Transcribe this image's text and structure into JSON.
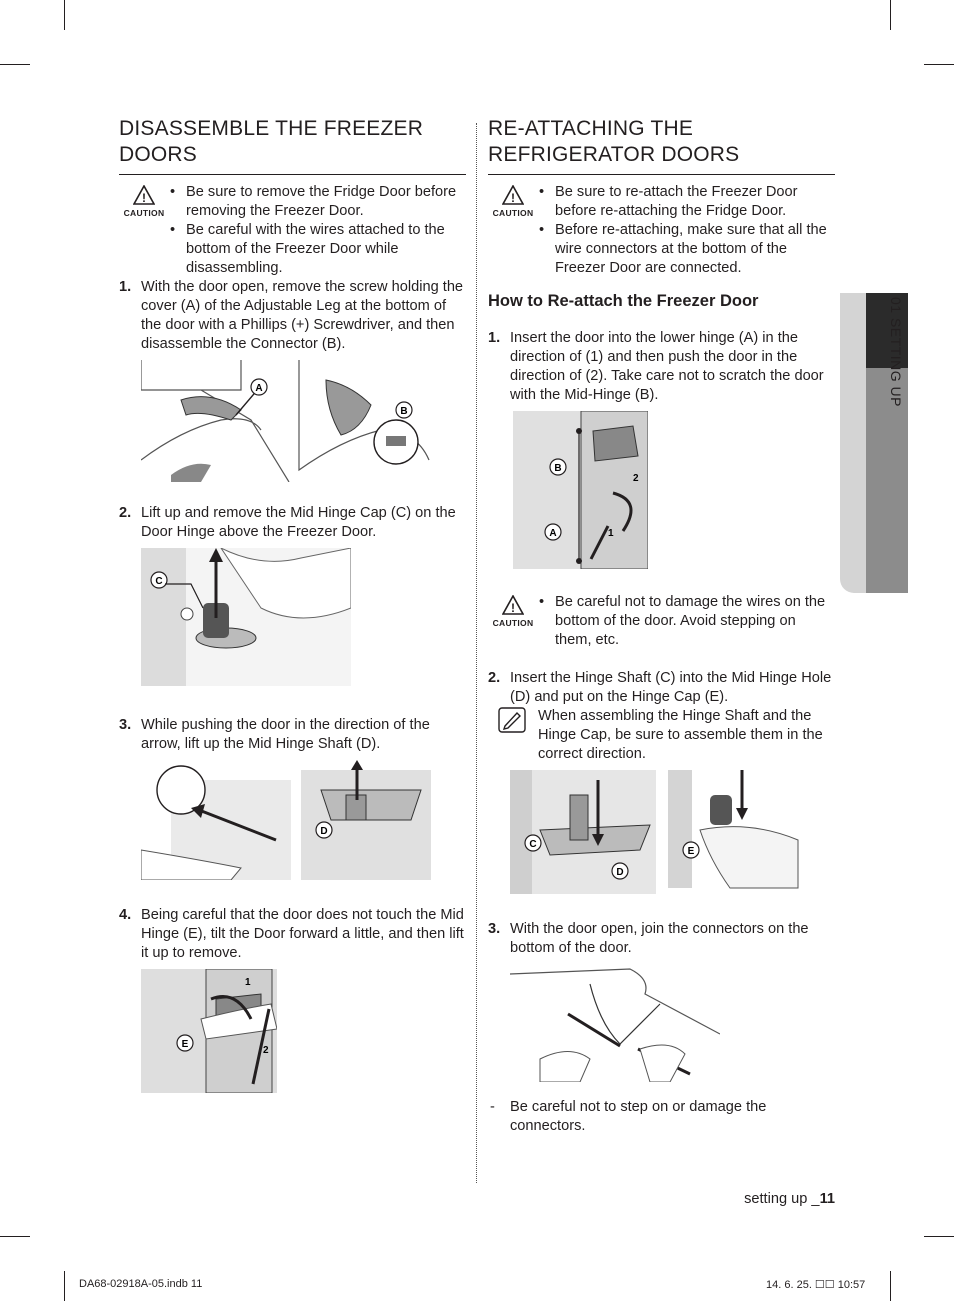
{
  "left": {
    "title": "DISASSEMBLE THE FREEZER DOORS",
    "caution_label": "CAUTION",
    "caution_items": [
      "Be sure to remove the Fridge Door before removing the Freezer Door.",
      "Be careful with the wires attached to the bottom of the Freezer Door while disassembling."
    ],
    "steps": [
      {
        "num": "1.",
        "text": "With the door open, remove the screw holding the cover (A) of the Adjustable Leg at the bottom of the door with a Phillips (+) Screwdriver, and then disassemble the Connector (B)."
      },
      {
        "num": "2.",
        "text": "Lift up and remove the Mid Hinge Cap (C) on the Door Hinge above the Freezer Door."
      },
      {
        "num": "3.",
        "text": "While pushing the door in the direction of the arrow, lift up the Mid Hinge Shaft (D)."
      },
      {
        "num": "4.",
        "text": "Being careful that the door does not touch the Mid Hinge (E), tilt the Door forward a little, and then lift it up to remove."
      }
    ],
    "fig_labels": {
      "a": "A",
      "b": "B",
      "c": "C",
      "d": "D",
      "e": "E",
      "one": "1",
      "two": "2"
    }
  },
  "right": {
    "title": "RE-ATTACHING THE REFRIGERATOR DOORS",
    "caution_label": "CAUTION",
    "caution_items": [
      "Be sure to re-attach the Freezer Door before re-attaching the Fridge Door.",
      "Before re-attaching, make sure that all the wire connectors at the bottom of the Freezer Door are connected."
    ],
    "subtitle": "How to Re-attach the Freezer Door",
    "step1": {
      "num": "1.",
      "text": "Insert the door into the lower hinge (A) in the direction of (1) and then push the door in the direction of (2). Take care not to scratch the door with the Mid-Hinge (B)."
    },
    "caution2_items": [
      "Be careful not to damage the wires on the bottom of the door. Avoid stepping on them, etc."
    ],
    "step2": {
      "num": "2.",
      "text": "Insert the Hinge Shaft (C) into the Mid Hinge Hole (D) and put on the Hinge Cap (E)."
    },
    "step2_note": "When assembling the Hinge Shaft and the Hinge Cap, be sure to assemble them in the correct direction.",
    "step3": {
      "num": "3.",
      "text": "With the door open, join the connectors on the bottom of the door."
    },
    "dash_note": "Be careful not to step on or damage the connectors.",
    "fig_labels": {
      "a": "A",
      "b": "B",
      "c": "C",
      "d": "D",
      "e": "E",
      "one": "1",
      "two": "2"
    }
  },
  "side_tab": {
    "label": "01  SETTING UP"
  },
  "footer": {
    "prefix": "setting up _",
    "page": "11"
  },
  "slug": {
    "left": "DA68-02918A-05.indb   11",
    "right": "14. 6. 25.   ☐☐ 10:57"
  }
}
